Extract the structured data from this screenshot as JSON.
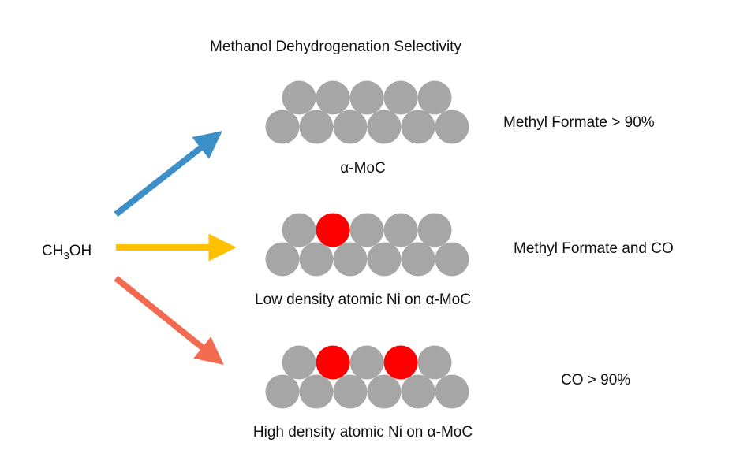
{
  "title": "Methanol Dehydrogenation Selectivity",
  "reactant": {
    "main": "CH",
    "sub": "3",
    "tail": "OH"
  },
  "colors": {
    "atom_gray": "#a6a6a6",
    "atom_ni": "#ff0000",
    "arrow_up": "#3d8fc8",
    "arrow_mid": "#ffc000",
    "arrow_down": "#f26b50"
  },
  "surfaces": [
    {
      "caption": "α-MoC",
      "product": "Methyl Formate > 90%",
      "top_row": [
        "Mo",
        "Mo",
        "Mo",
        "Mo",
        "Mo"
      ]
    },
    {
      "caption": "Low density atomic Ni on α-MoC",
      "product": "Methyl Formate and CO",
      "top_row": [
        "Mo",
        "Ni",
        "Mo",
        "Mo",
        "Mo"
      ]
    },
    {
      "caption": "High density atomic Ni on α-MoC",
      "product": "CO > 90%",
      "top_row": [
        "Mo",
        "Ni",
        "Mo",
        "Ni",
        "Mo"
      ]
    }
  ]
}
